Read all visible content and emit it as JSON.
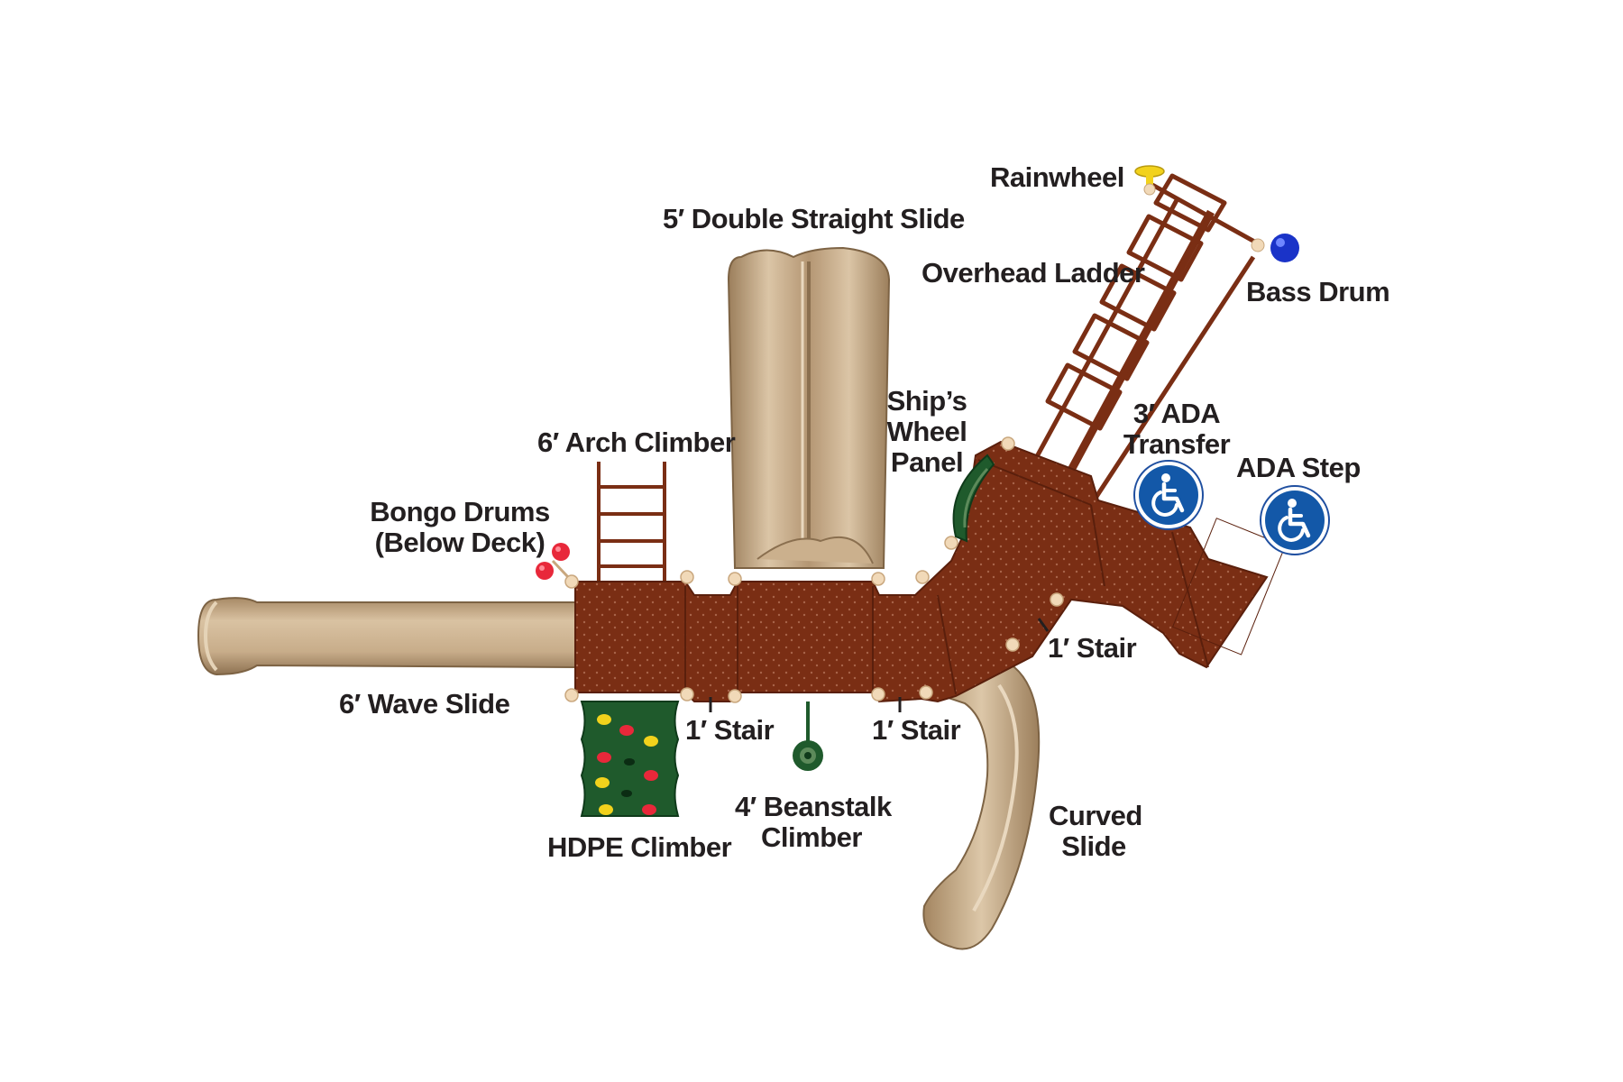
{
  "labels": {
    "rainwheel": "Rainwheel",
    "double_straight_slide": "5′ Double Straight Slide",
    "overhead_ladder": "Overhead Ladder",
    "bass_drum": "Bass Drum",
    "ships_wheel_line1": "Ship’s",
    "ships_wheel_line2": "Wheel",
    "ships_wheel_line3": "Panel",
    "ada_transfer_line1": "3′ ADA",
    "ada_transfer_line2": "Transfer",
    "ada_step": "ADA Step",
    "arch_climber": "6′ Arch Climber",
    "bongo_line1": "Bongo Drums",
    "bongo_line2": "(Below Deck)",
    "stair_right": "1′ Stair",
    "wave_slide": "6′ Wave Slide",
    "stair_left": "1′ Stair",
    "stair_mid": "1′ Stair",
    "beanstalk_line1": "4′ Beanstalk",
    "beanstalk_line2": "Climber",
    "hdpe_climber": "HDPE Climber",
    "curved_slide_line1": "Curved",
    "curved_slide_line2": "Slide"
  },
  "icons": {
    "ada_transfer": "wheelchair-accessible-icon",
    "ada_step": "wheelchair-accessible-icon"
  },
  "colors": {
    "deck": "#7a2e14",
    "slide": "#c9ad8a",
    "climber_green": "#1f5a2c",
    "ada_blue": "#1358a8",
    "bass_drum": "#1a33c8",
    "bongo": "#e8283a",
    "rainwheel": "#f2d21c"
  }
}
